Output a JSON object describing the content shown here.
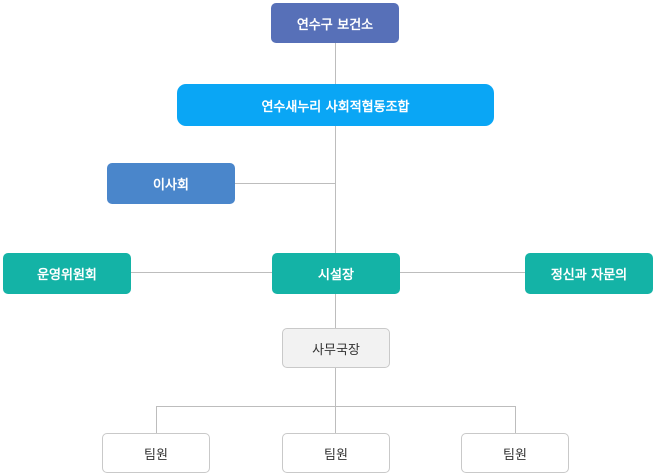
{
  "org_chart": {
    "health_center": "연수구 보건소",
    "cooperative": "연수새누리 사회적협동조합",
    "board": "이사회",
    "facility_head": "시설장",
    "operating_committee": "운영위원회",
    "psychiatric_advisor": "정신과 자문의",
    "secretary_general": "사무국장",
    "team_members": [
      "팀원",
      "팀원",
      "팀원"
    ]
  },
  "colors": {
    "health_center": "#5770b8",
    "cooperative": "#0aa6f5",
    "board": "#4a86cb",
    "teal_nodes": "#14b3a6",
    "secretary_bg": "#f2f2f2",
    "connector": "#bdbdbd"
  }
}
